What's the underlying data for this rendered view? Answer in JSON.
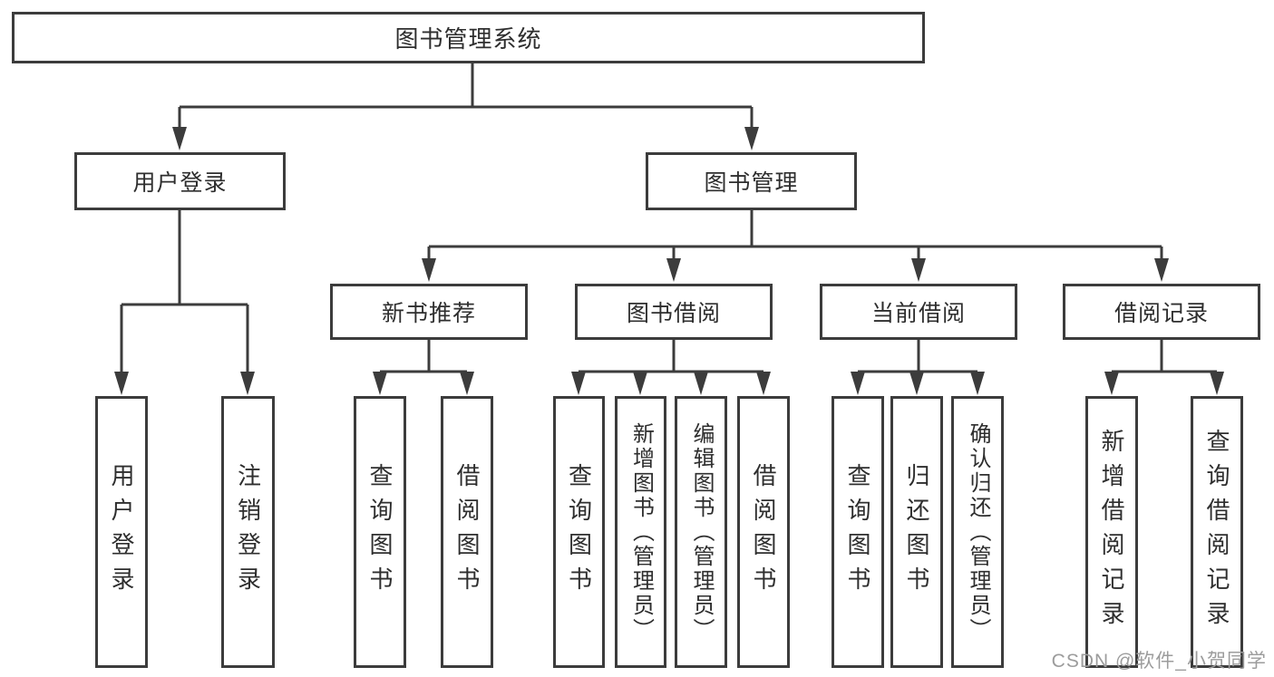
{
  "colors": {
    "line": "#3c3c3c",
    "text": "#2e2e2e",
    "box_bg": "#ffffff",
    "background": "#ffffff",
    "watermark": "#9c9c9c"
  },
  "tree": {
    "root": {
      "label": "图书管理系统"
    },
    "branches": [
      {
        "label": "用户登录",
        "children": [
          "用户登录",
          "注销登录"
        ]
      },
      {
        "label": "图书管理",
        "groups": [
          {
            "label": "新书推荐",
            "children": [
              "查询图书",
              "借阅图书"
            ]
          },
          {
            "label": "图书借阅",
            "children": [
              "查询图书",
              "新增图书（管理员）",
              "编辑图书（管理员）",
              "借阅图书"
            ]
          },
          {
            "label": "当前借阅",
            "children": [
              "查询图书",
              "归还图书",
              "确认归还（管理员）"
            ]
          },
          {
            "label": "借阅记录",
            "children": [
              "新增借阅记录",
              "查询借阅记录"
            ]
          }
        ]
      }
    ]
  },
  "watermark": {
    "text": "CSDN @软件_小贺同学"
  }
}
